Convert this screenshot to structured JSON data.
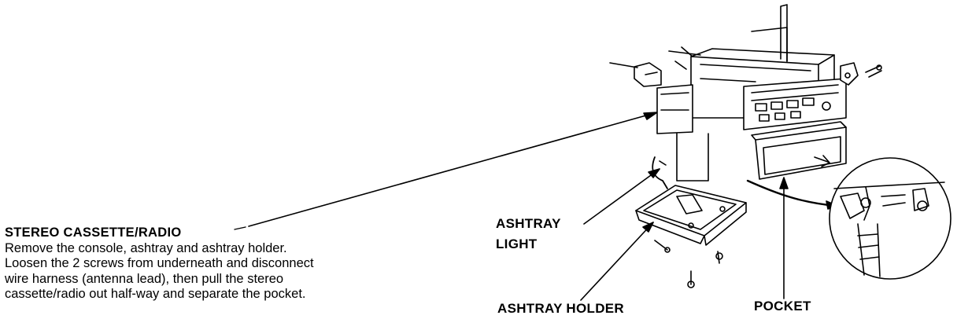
{
  "labels": {
    "stereo": "STEREO CASSETTE/RADIO",
    "ashtray_light_1": "ASHTRAY",
    "ashtray_light_2": "LIGHT",
    "ashtray_holder": "ASHTRAY HOLDER",
    "pocket": "POCKET"
  },
  "description": {
    "line1": "Remove the console, ashtray and ashtray holder.",
    "line2": "Loosen the 2 screws from underneath and disconnect",
    "line3": "wire harness (antenna lead), then pull the stereo",
    "line4": "cassette/radio out half-way and separate the pocket."
  }
}
